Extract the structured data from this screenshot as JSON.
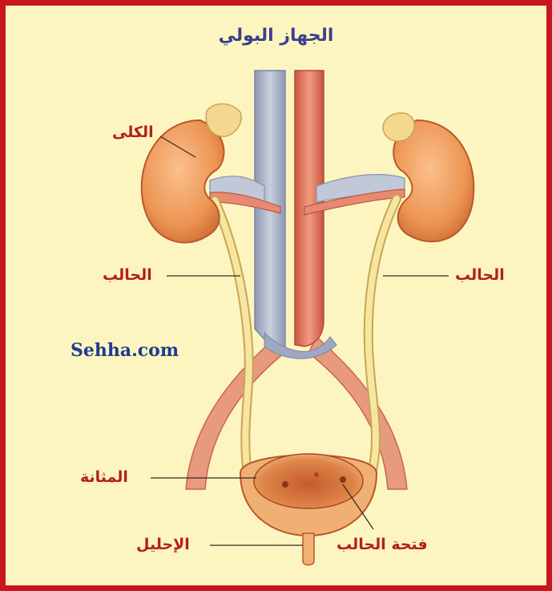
{
  "diagram": {
    "title": "الجهاز البولي",
    "watermark": "Sehha.com",
    "labels": {
      "kidneys": "الكلى",
      "ureter_left": "الحالب",
      "ureter_right": "الحالب",
      "bladder": "المثانة",
      "urethra": "الإحليل",
      "ureter_opening": "فتحة الحالب"
    },
    "colors": {
      "border": "#c8161d",
      "background": "#fdf5bf",
      "label_text": "#b3201a",
      "title_text": "#3b3f8c",
      "kidney": "#ef9a5a",
      "vein": "#b4bccd",
      "artery": "#e2745e",
      "ureter": "#f6e6a0",
      "bladder": "#e48a55"
    }
  }
}
